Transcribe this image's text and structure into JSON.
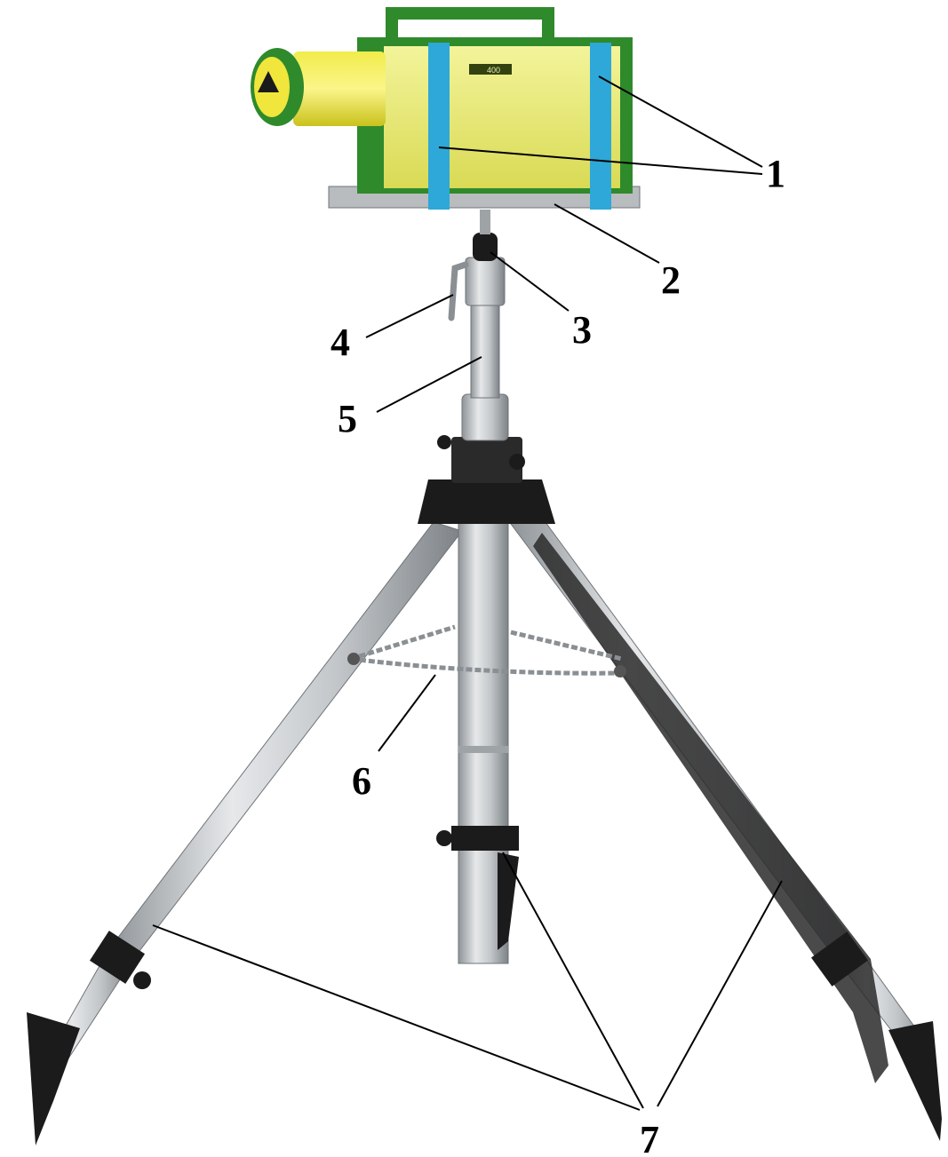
{
  "figure": {
    "device_label": "400",
    "callouts": [
      {
        "id": "1",
        "text": "1"
      },
      {
        "id": "2",
        "text": "2"
      },
      {
        "id": "3",
        "text": "3"
      },
      {
        "id": "4",
        "text": "4"
      },
      {
        "id": "5",
        "text": "5"
      },
      {
        "id": "6",
        "text": "6"
      },
      {
        "id": "7",
        "text": "7"
      }
    ],
    "colors": {
      "housing": "#eaeb6e",
      "housing_frame": "#2f8a2b",
      "strap": "#2ea8d8",
      "aluminum": "#c9cdd0",
      "black_parts": "#1b1b1b",
      "chain": "#8a8f93"
    }
  }
}
